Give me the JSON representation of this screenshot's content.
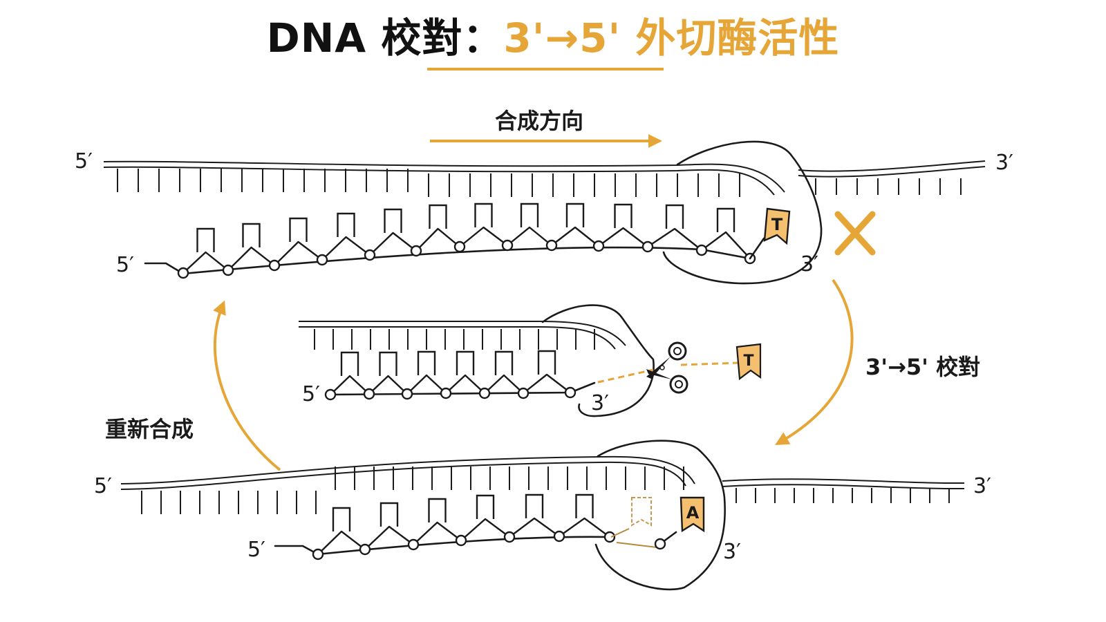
{
  "title": {
    "part_a": "DNA 校對：",
    "part_b": "3'→5' 外切酶活性"
  },
  "colors": {
    "accent": "#e5a637",
    "accent_fill": "#f4c06f",
    "ink": "#1a1a1a"
  },
  "labels": {
    "synthesis_direction": "合成方向",
    "proofreading": "3'→5' 校對",
    "resynthesis": "重新合成",
    "five_prime": "5′",
    "three_prime": "3′"
  },
  "nucleotides": {
    "mismatch": "T",
    "excised": "T",
    "correct": "A"
  },
  "icons": {
    "error": "x-mark-icon",
    "cut": "scissors-icon",
    "flow": "curved-arrow-icon"
  }
}
